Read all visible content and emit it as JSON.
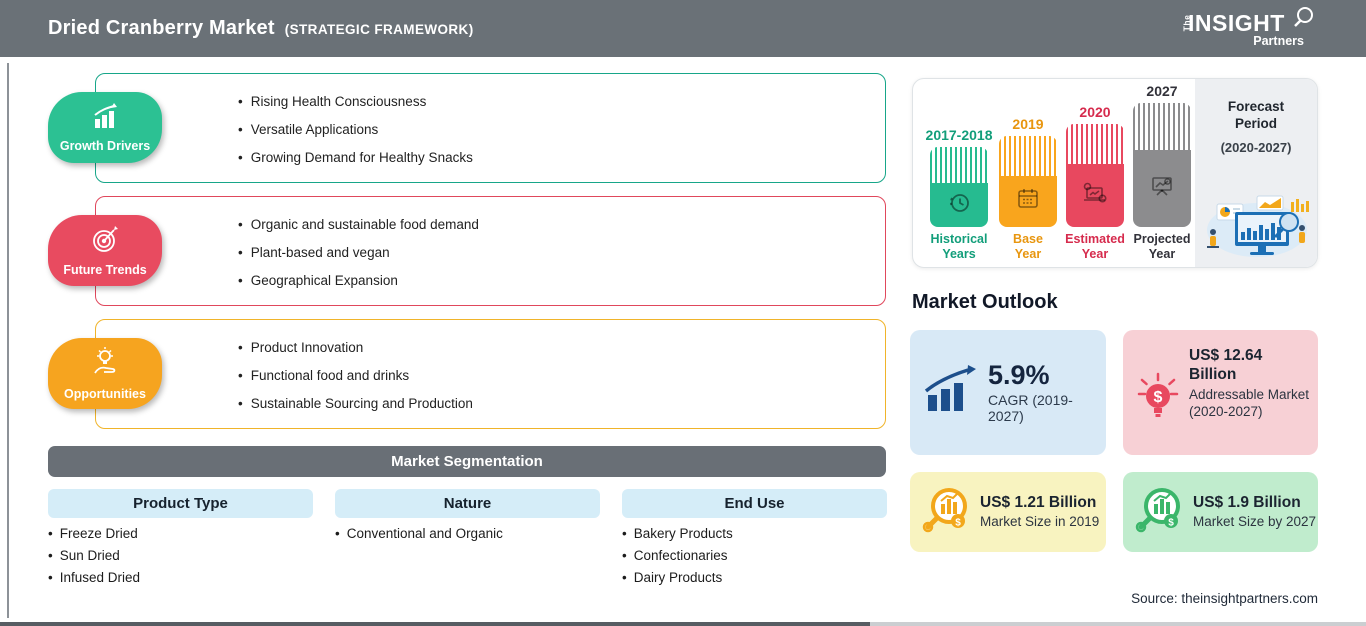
{
  "header": {
    "title": "Dried Cranberry Market",
    "subtitle": "(STRATEGIC FRAMEWORK)",
    "logo": {
      "the": "The",
      "insight": "INSIGHT",
      "partners": "Partners"
    }
  },
  "framework": {
    "sections": [
      {
        "label": "Growth Drivers",
        "icon": "growth-chart-icon",
        "pill_color": "#2cc193",
        "border_color": "#17a689",
        "items": [
          "Rising Health Consciousness",
          "Versatile Applications",
          "Growing Demand for Healthy Snacks"
        ]
      },
      {
        "label": "Future Trends",
        "icon": "target-icon",
        "pill_color": "#e84b60",
        "border_color": "#e0475c",
        "items": [
          "Organic and sustainable food demand",
          "Plant-based and vegan",
          "Geographical Expansion"
        ]
      },
      {
        "label": "Opportunities",
        "icon": "bulb-hand-icon",
        "pill_color": "#f6a41f",
        "border_color": "#f0b42a",
        "items": [
          "Product Innovation",
          "Functional food and drinks",
          "Sustainable Sourcing and Production"
        ]
      }
    ]
  },
  "segmentation": {
    "title": "Market Segmentation",
    "columns": [
      {
        "header": "Product Type",
        "items": [
          "Freeze Dried",
          "Sun Dried",
          "Infused Dried"
        ]
      },
      {
        "header": "Nature",
        "items": [
          "Conventional and Organic"
        ]
      },
      {
        "header": "End Use",
        "items": [
          "Bakery Products",
          "Confectionaries",
          "Dairy Products"
        ]
      }
    ]
  },
  "timeline": {
    "bars": [
      {
        "year": "2017-2018",
        "label_line1": "Historical",
        "label_line2": "Years",
        "color": "#26bb90",
        "label_color": "#129e7a",
        "icon": "history-clock-icon"
      },
      {
        "year": "2019",
        "label_line1": "Base",
        "label_line2": "Year",
        "color": "#f9a51d",
        "label_color": "#e8960f",
        "icon": "calendar-icon"
      },
      {
        "year": "2020",
        "label_line1": "Estimated",
        "label_line2": "Year",
        "color": "#e8485f",
        "label_color": "#d62b4d",
        "icon": "estimate-laptop-icon"
      },
      {
        "year": "2027",
        "label_line1": "Projected",
        "label_line2": "Year",
        "color": "#8c8c8e",
        "label_color": "#32323a",
        "icon": "projection-board-icon"
      }
    ],
    "forecast": {
      "line1": "Forecast",
      "line2": "Period",
      "range": "(2020-2027)"
    }
  },
  "market_outlook": {
    "title": "Market Outlook",
    "cards": [
      {
        "value": "5.9%",
        "label": "CAGR (2019-2027)",
        "bg": "#d8e9f6",
        "icon": "growth-arrow-icon"
      },
      {
        "value": "US$ 12.64 Billion",
        "label": "Addressable Market (2020-2027)",
        "bg": "#f7d0d5",
        "icon": "dollar-bulb-icon"
      },
      {
        "value": "US$ 1.21 Billion",
        "label": "Market Size in 2019",
        "bg": "#f8f3c0",
        "icon": "magnifier-chart-orange-icon"
      },
      {
        "value": "US$ 1.9 Billion",
        "label": "Market Size by 2027",
        "bg": "#c0eccd",
        "icon": "magnifier-chart-green-icon"
      }
    ]
  },
  "source": "Source: theinsightpartners.com"
}
